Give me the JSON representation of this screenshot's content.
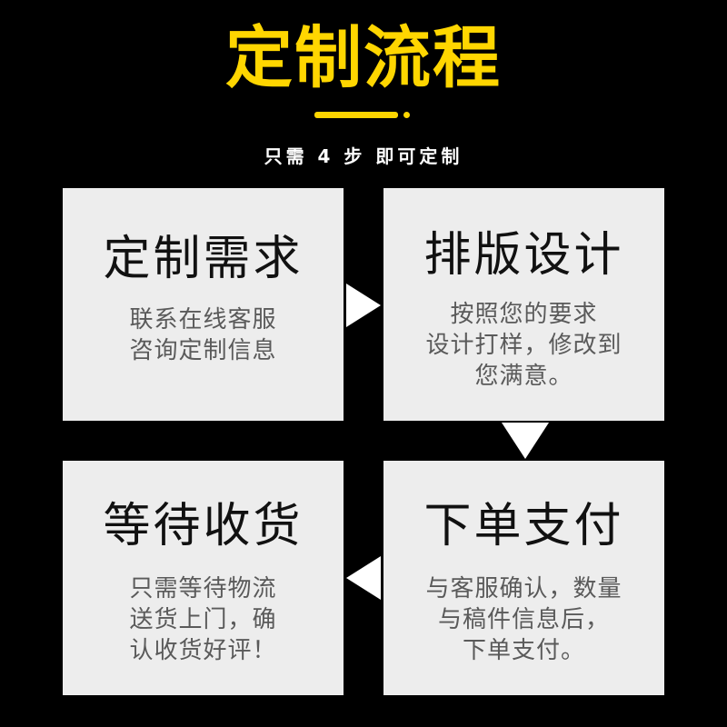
{
  "header": {
    "title": "定制流程",
    "subtitle": "只需 4 步 即可定制"
  },
  "colors": {
    "background": "#000000",
    "accent": "#ffd600",
    "card": "#ededed"
  },
  "steps": [
    {
      "title": "定制需求",
      "desc": [
        "联系在线客服",
        "咨询定制信息"
      ]
    },
    {
      "title": "排版设计",
      "desc": [
        "按照您的要求",
        "设计打样，修改到",
        "您满意。"
      ]
    },
    {
      "title": "等待收货",
      "desc": [
        "只需等待物流",
        "送货上门，确",
        "认收货好评！"
      ]
    },
    {
      "title": "下单支付",
      "desc": [
        "与客服确认，数量",
        "与稿件信息后，",
        "下单支付。"
      ]
    }
  ]
}
